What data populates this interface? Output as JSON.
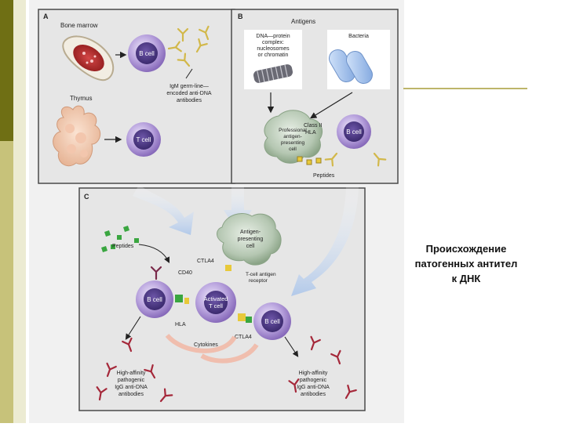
{
  "slide": {
    "caption_lines": [
      "Происхождение",
      "патогенных антител",
      "к ДНК"
    ]
  },
  "figure": {
    "panel_a": {
      "letter": "A",
      "bone_marrow": "Bone marrow",
      "b_cell": "B cell",
      "igm_lines": [
        "IgM germ-line—",
        "encoded anti-DNA",
        "antibodies"
      ],
      "thymus": "Thymus",
      "t_cell": "T cell"
    },
    "panel_b": {
      "letter": "B",
      "antigens": "Antigens",
      "dna_lines": [
        "DNA—protein",
        "complex:",
        "nucleosomes",
        "or chromatin"
      ],
      "bacteria": "Bacteria",
      "apc_lines": [
        "Professional",
        "antigen-",
        "presenting",
        "cell"
      ],
      "class2_lines": [
        "Class II",
        "HLA"
      ],
      "b_cell": "B cell",
      "peptides": "Peptides"
    },
    "panel_c": {
      "letter": "C",
      "apc_lines": [
        "Antigen-",
        "presenting",
        "cell"
      ],
      "peptides": "Peptides",
      "ctla4_top": "CTLA4",
      "cd40": "CD40",
      "tcr_lines": [
        "T-cell antigen",
        "receptor"
      ],
      "b_cell_left": "B cell",
      "activated_lines": [
        "Activated",
        "T cell"
      ],
      "b_cell_right": "B cell",
      "hla": "HLA",
      "ctla4_bottom": "CTLA4",
      "cytokines": "Cytokines",
      "left_out_lines": [
        "High-affinity",
        "pathogenic",
        "IgG anti-DNA",
        "antibodies"
      ],
      "right_out_lines": [
        "High-affinity",
        "pathogenic",
        "IgG anti-DNA",
        "antibodies"
      ]
    }
  },
  "colors": {
    "sidebar_dark": "#6f6f14",
    "sidebar_light": "#c7c27a",
    "rule_line": "#bdb56a",
    "cell_purple": "#9b7fc6",
    "antibody_red": "#a5283a",
    "peptide_green": "#3aa640"
  }
}
